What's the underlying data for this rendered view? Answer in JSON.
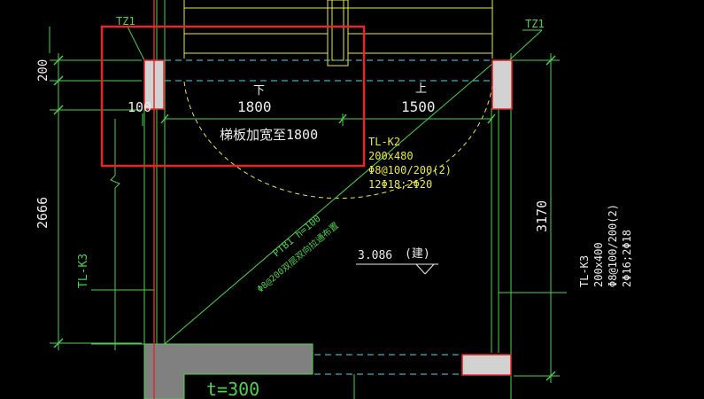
{
  "labels": {
    "column_top_left": "TZ1",
    "column_top_right": "TZ1",
    "dim_200": "200",
    "dim_100": "100",
    "dim_1800": "1800",
    "dim_1500": "1500",
    "dim_2666": "2666",
    "dim_3170": "3170",
    "arrow_down": "下",
    "arrow_up": "上",
    "annotation": "梯板加宽至1800",
    "beam_k2_name": "TL-K2",
    "beam_k2_size": "200x480",
    "beam_k2_stirrup": "Φ8@100/200(2)",
    "beam_k2_bars": "12Φ18;2Φ20",
    "slab_ptb1": "PTB1 h=100",
    "slab_rebar": "Φ8@200双层双向拉通布置",
    "elevation_value": "3.086",
    "elevation_tag": "(建)",
    "beam_k3_left": "TL-K3",
    "beam_k3_right_name": "TL-K3",
    "beam_k3_right_size": "200x400",
    "beam_k3_right_stirrup": "Φ8@100/200(2)",
    "beam_k3_right_bars": "2Φ16;2Φ18",
    "wall_thickness": "t=300"
  },
  "colors": {
    "background": "#000000",
    "line_green": "#4fcf4f",
    "stair_yellow": "#e8e84a",
    "dash_cyan": "#4fd8e8",
    "text_white": "#ececec",
    "highlight_red": "#e8262a",
    "column_fill": "#d2d2d2",
    "wall_fill": "#808080"
  }
}
